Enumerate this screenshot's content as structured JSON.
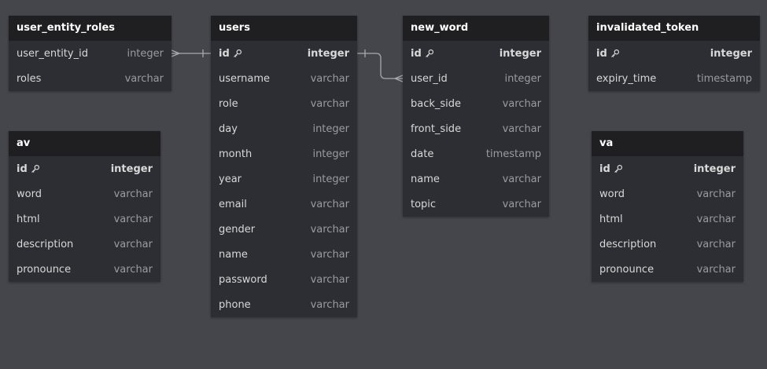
{
  "tables": {
    "user_entity_roles": {
      "title": "user_entity_roles",
      "fields": [
        {
          "name": "user_entity_id",
          "type": "integer",
          "pk": false
        },
        {
          "name": "roles",
          "type": "varchar",
          "pk": false
        }
      ]
    },
    "users": {
      "title": "users",
      "fields": [
        {
          "name": "id",
          "type": "integer",
          "pk": true
        },
        {
          "name": "username",
          "type": "varchar",
          "pk": false
        },
        {
          "name": "role",
          "type": "varchar",
          "pk": false
        },
        {
          "name": "day",
          "type": "integer",
          "pk": false
        },
        {
          "name": "month",
          "type": "integer",
          "pk": false
        },
        {
          "name": "year",
          "type": "integer",
          "pk": false
        },
        {
          "name": "email",
          "type": "varchar",
          "pk": false
        },
        {
          "name": "gender",
          "type": "varchar",
          "pk": false
        },
        {
          "name": "name",
          "type": "varchar",
          "pk": false
        },
        {
          "name": "password",
          "type": "varchar",
          "pk": false
        },
        {
          "name": "phone",
          "type": "varchar",
          "pk": false
        }
      ]
    },
    "new_word": {
      "title": "new_word",
      "fields": [
        {
          "name": "id",
          "type": "integer",
          "pk": true
        },
        {
          "name": "user_id",
          "type": "integer",
          "pk": false
        },
        {
          "name": "back_side",
          "type": "varchar",
          "pk": false
        },
        {
          "name": "front_side",
          "type": "varchar",
          "pk": false
        },
        {
          "name": "date",
          "type": "timestamp",
          "pk": false
        },
        {
          "name": "name",
          "type": "varchar",
          "pk": false
        },
        {
          "name": "topic",
          "type": "varchar",
          "pk": false
        }
      ]
    },
    "invalidated_token": {
      "title": "invalidated_token",
      "fields": [
        {
          "name": "id",
          "type": "integer",
          "pk": true
        },
        {
          "name": "expiry_time",
          "type": "timestamp",
          "pk": false
        }
      ]
    },
    "av": {
      "title": "av",
      "fields": [
        {
          "name": "id",
          "type": "integer",
          "pk": true
        },
        {
          "name": "word",
          "type": "varchar",
          "pk": false
        },
        {
          "name": "html",
          "type": "varchar",
          "pk": false
        },
        {
          "name": "description",
          "type": "varchar",
          "pk": false
        },
        {
          "name": "pronounce",
          "type": "varchar",
          "pk": false
        }
      ]
    },
    "va": {
      "title": "va",
      "fields": [
        {
          "name": "id",
          "type": "integer",
          "pk": true
        },
        {
          "name": "word",
          "type": "varchar",
          "pk": false
        },
        {
          "name": "html",
          "type": "varchar",
          "pk": false
        },
        {
          "name": "description",
          "type": "varchar",
          "pk": false
        },
        {
          "name": "pronounce",
          "type": "varchar",
          "pk": false
        }
      ]
    }
  },
  "relations": [
    {
      "from_table": "user_entity_roles",
      "from_field": "user_entity_id",
      "from_end": "many",
      "to_table": "users",
      "to_field": "id",
      "to_end": "one"
    },
    {
      "from_table": "users",
      "from_field": "id",
      "from_end": "one",
      "to_table": "new_word",
      "to_field": "user_id",
      "to_end": "many"
    }
  ],
  "icons": {
    "primary_key": "key-icon"
  },
  "colors": {
    "background": "#45464c",
    "table_header": "#1f1f21",
    "table_body": "#2d2e33",
    "header_text": "#ffffff",
    "field_text": "#d8d8d8",
    "type_text": "#9a9ba1",
    "relation_line": "#a8a9ae"
  }
}
